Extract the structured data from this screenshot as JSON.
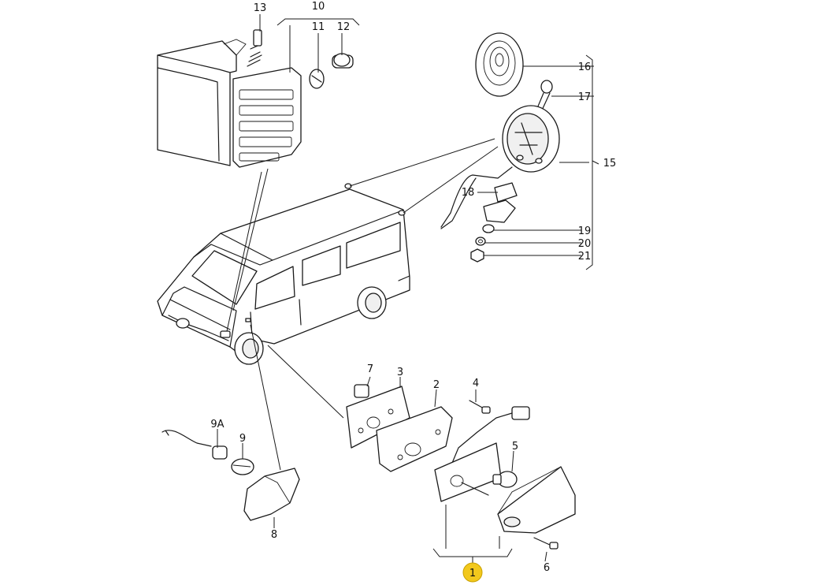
{
  "labels": {
    "l1": "1",
    "l2": "2",
    "l3": "3",
    "l4": "4",
    "l5": "5",
    "l6": "6",
    "l7": "7",
    "l8": "8",
    "l9": "9",
    "l9a": "9A",
    "l10": "10",
    "l11": "11",
    "l12": "12",
    "l13": "13",
    "l15": "15",
    "l16": "16",
    "l17": "17",
    "l18": "18",
    "l19": "19",
    "l20": "20",
    "l21": "21"
  },
  "colors": {
    "highlight": "#f2c81c",
    "ink": "#1a1a1a"
  }
}
